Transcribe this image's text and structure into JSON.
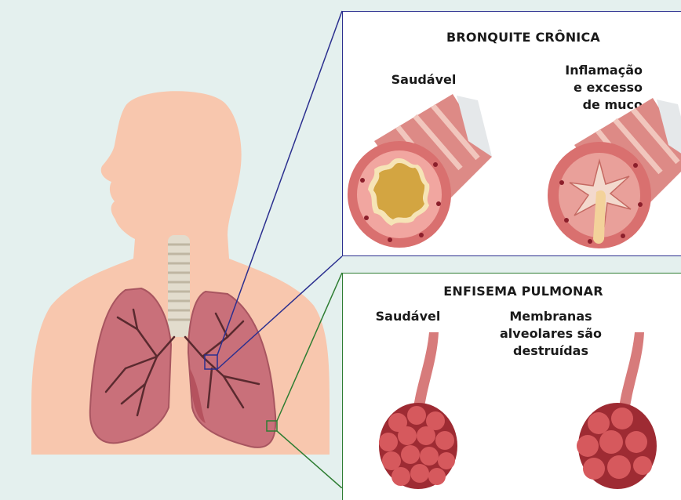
{
  "bronchitis": {
    "title": "BRONQUITE CRÔNICA",
    "healthy_label": "Saudável",
    "inflamed_label": "Inflamação\ne excesso\nde muco"
  },
  "emphysema": {
    "title": "ENFISEMA PULMONAR",
    "healthy_label": "Saudável",
    "damaged_label": "Membranas\nalveolares são\ndestruídas"
  },
  "colors": {
    "background": "#e4f0ee",
    "skin": "#f8c7ae",
    "lung": "#c9707a",
    "bronchitis_border": "#2b2f8f",
    "emphysema_border": "#2e7d32"
  }
}
